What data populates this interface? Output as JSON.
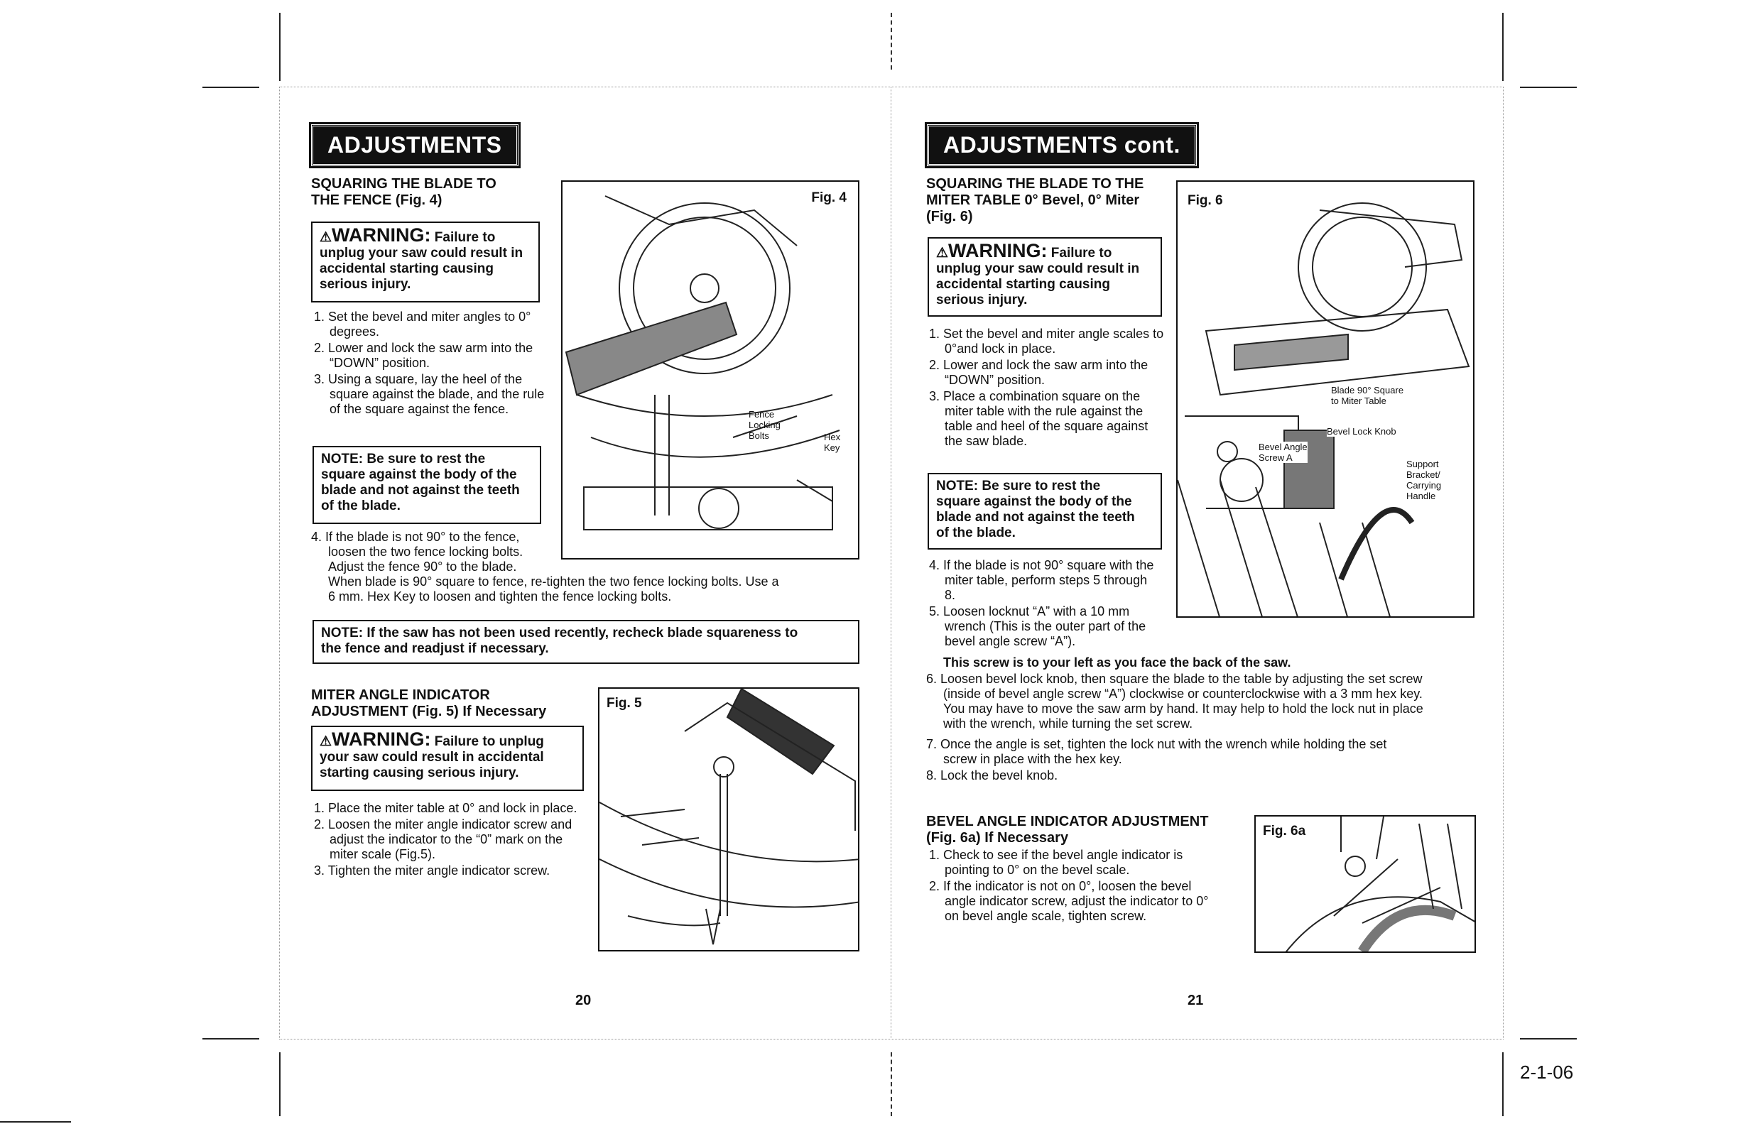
{
  "left": {
    "banner": "ADJUSTMENTS",
    "s1": {
      "head1": "SQUARING THE BLADE TO",
      "head2": "THE FENCE (Fig. 4)"
    },
    "w1": {
      "sym": "⚠",
      "big": "WARNING:",
      "rest": " Failure to",
      "line2": "unplug your saw could result in",
      "line3": "accidental starting causing",
      "line4": "serious injury."
    },
    "steps1": [
      "1. Set the bevel and miter angles to 0° degrees.",
      "2. Lower and lock the saw arm into the “DOWN” position.",
      "3. Using a square, lay the heel of the square against the blade, and the rule of the square against the fence."
    ],
    "note1": [
      "NOTE: Be sure to rest the",
      "square against the body of the",
      "blade and not against the teeth",
      "of the blade."
    ],
    "step4": [
      "4. If the blade is not 90° to the fence,",
      "loosen the two fence locking bolts.",
      "Adjust the fence 90° to the blade."
    ],
    "step4b": [
      "When blade is 90° square to fence, re-tighten the two fence locking bolts. Use a",
      "6 mm. Hex Key to loosen and tighten the fence locking bolts."
    ],
    "fig4": {
      "label": "Fig. 4",
      "c1": "Fence",
      "c2": "Locking",
      "c3": "Bolts",
      "c4": "Hex",
      "c5": "Key"
    },
    "note2": [
      "NOTE: If the saw has not been used recently, recheck blade squareness to",
      "the fence and readjust if necessary."
    ],
    "s2": {
      "head1": "MITER ANGLE INDICATOR",
      "head2": "ADJUSTMENT (Fig. 5) If Necessary"
    },
    "w2": {
      "sym": "⚠",
      "big": "WARNING:",
      "rest": " Failure to unplug",
      "line2": "your saw could result in accidental",
      "line3": "starting causing serious injury."
    },
    "steps2": [
      "1. Place the miter table at 0° and lock in place.",
      "2. Loosen the miter angle indicator screw and adjust the indicator to the “0” mark on the miter scale (Fig.5).",
      "3. Tighten the miter angle indicator screw."
    ],
    "fig5": {
      "label": "Fig. 5"
    },
    "page": "20"
  },
  "right": {
    "banner": "ADJUSTMENTS cont.",
    "s1": {
      "head1": "SQUARING THE BLADE TO THE",
      "head2": "MITER TABLE  0° Bevel, 0° Miter",
      "head3": "(Fig. 6)"
    },
    "w1": {
      "sym": "⚠",
      "big": "WARNING:",
      "rest": " Failure to",
      "line2": "unplug your saw could result in",
      "line3": "accidental starting causing",
      "line4": "serious injury."
    },
    "steps1": [
      "1. Set the bevel and miter angle scales to 0°and lock in place.",
      "2. Lower and lock the saw arm into the “DOWN” position.",
      "3. Place a combination square on the miter table with the rule against the table and heel of the square against the saw blade."
    ],
    "note1": [
      "NOTE: Be sure to rest the",
      "square against the body of the",
      "blade and not against the teeth",
      "of the blade."
    ],
    "steps2": [
      "4. If the blade is not 90° square with the miter table, perform steps 5 through 8.",
      "5. Loosen locknut “A” with a 10 mm wrench (This is the outer part of the bevel angle screw “A”)."
    ],
    "bold1": "This screw is to your left as you face the back of the saw.",
    "step6": [
      "6. Loosen bevel lock knob, then square the blade to the table by adjusting the set screw",
      "(inside of bevel angle screw “A”) clockwise or counterclockwise with a 3 mm hex key.",
      "You may have to move the saw arm by hand. It may help to hold the lock nut in place",
      "with the wrench, while turning the set screw."
    ],
    "step7": [
      "7. Once the angle is set, tighten the lock nut with the wrench while holding the set",
      "screw in place with the hex key."
    ],
    "step8": "8. Lock the bevel knob.",
    "fig6": {
      "label": "Fig. 6",
      "c1": "Blade 90° Square",
      "c2": "to Miter Table",
      "c3": "Bevel Lock Knob",
      "c4": "Bevel Angle",
      "c5": "Screw A",
      "c6": "Support",
      "c7": "Bracket/",
      "c8": "Carrying",
      "c9": "Handle"
    },
    "s2": {
      "head1": "BEVEL ANGLE INDICATOR ADJUSTMENT",
      "head2": "(Fig. 6a) If Necessary"
    },
    "steps3": [
      "1. Check to see if the bevel angle indicator is pointing to 0° on the bevel scale.",
      "2. If the indicator is not on 0°, loosen the bevel angle indicator screw, adjust the indicator to 0° on bevel angle scale, tighten screw."
    ],
    "fig6a": {
      "label": "Fig. 6a"
    },
    "page": "21"
  },
  "date": "2-1-06"
}
